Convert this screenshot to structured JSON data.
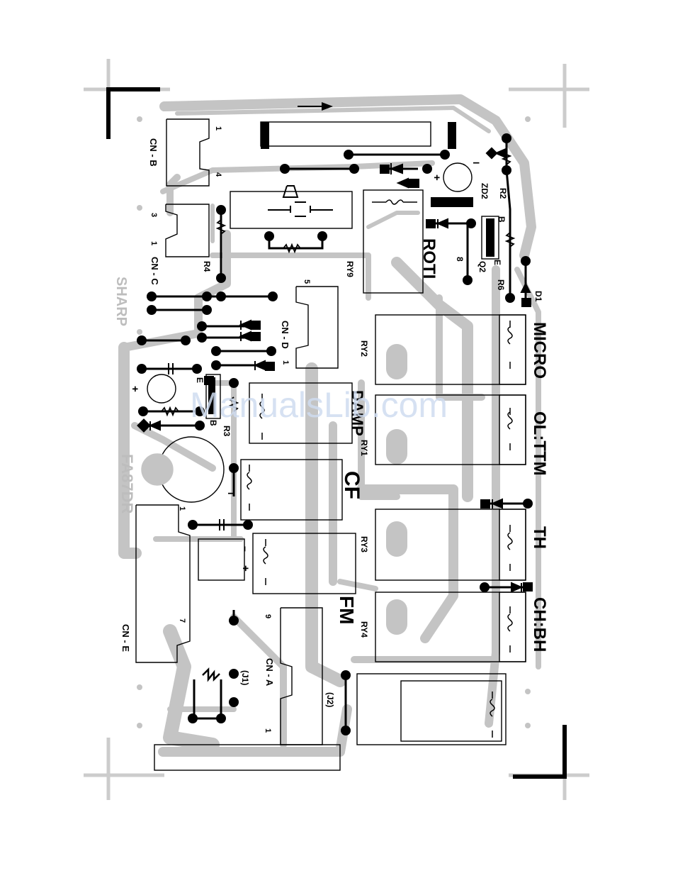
{
  "colors": {
    "trace": "#c4c4c4",
    "ink": "#000000",
    "crop": "#cccccc",
    "watermark": "#c9d7ee"
  },
  "board": {
    "connectors": {
      "cn_b": "CN - B",
      "cn_b_pin_top": "1",
      "cn_b_pin_bottom": "4",
      "cn_c": "CN - C",
      "cn_c_pin_top": "3",
      "cn_c_pin_bottom": "1",
      "cn_d": "CN - D",
      "cn_d_pin_top": "5",
      "cn_d_pin_bottom": "1",
      "cn_e": "CN - E",
      "cn_e_pin_top": "1",
      "cn_e_pin_bottom": "7",
      "cn_a": "CN - A",
      "cn_a_pin_top": "9",
      "cn_a_pin_bottom": "1"
    },
    "components": {
      "r2": "R2",
      "r3": "R3",
      "r4": "R4",
      "r6": "R6",
      "d1": "D1",
      "zd2": "ZD2",
      "q2": "Q2",
      "q2_b": "B",
      "q2_e": "E",
      "q2_8": "8",
      "q_e": "E",
      "q_b": "B",
      "j1": "(J1)",
      "j2": "(J2)",
      "cap_plus_1": "+",
      "cap_plus_2": "+",
      "cap_plus_3": "+",
      "cap_minus": "–",
      "i_mark_1": "I",
      "i_mark_2": "I"
    },
    "relays": {
      "ry1": "RY1",
      "ry2": "RY2",
      "ry3": "RY3",
      "ry4": "RY4",
      "ry9": "RY9"
    },
    "functions": {
      "roti": "ROTI",
      "micro": "MICRO",
      "ol_ttm": "OL:TTM",
      "th": "TH",
      "ch_bh": "CH:BH",
      "damp": "DAMP",
      "cf": "CF",
      "fm": "FM"
    },
    "silkscreen": {
      "brand": "SHARP",
      "part_no": "FA87DR"
    }
  },
  "watermark": "ManualsLib.com"
}
